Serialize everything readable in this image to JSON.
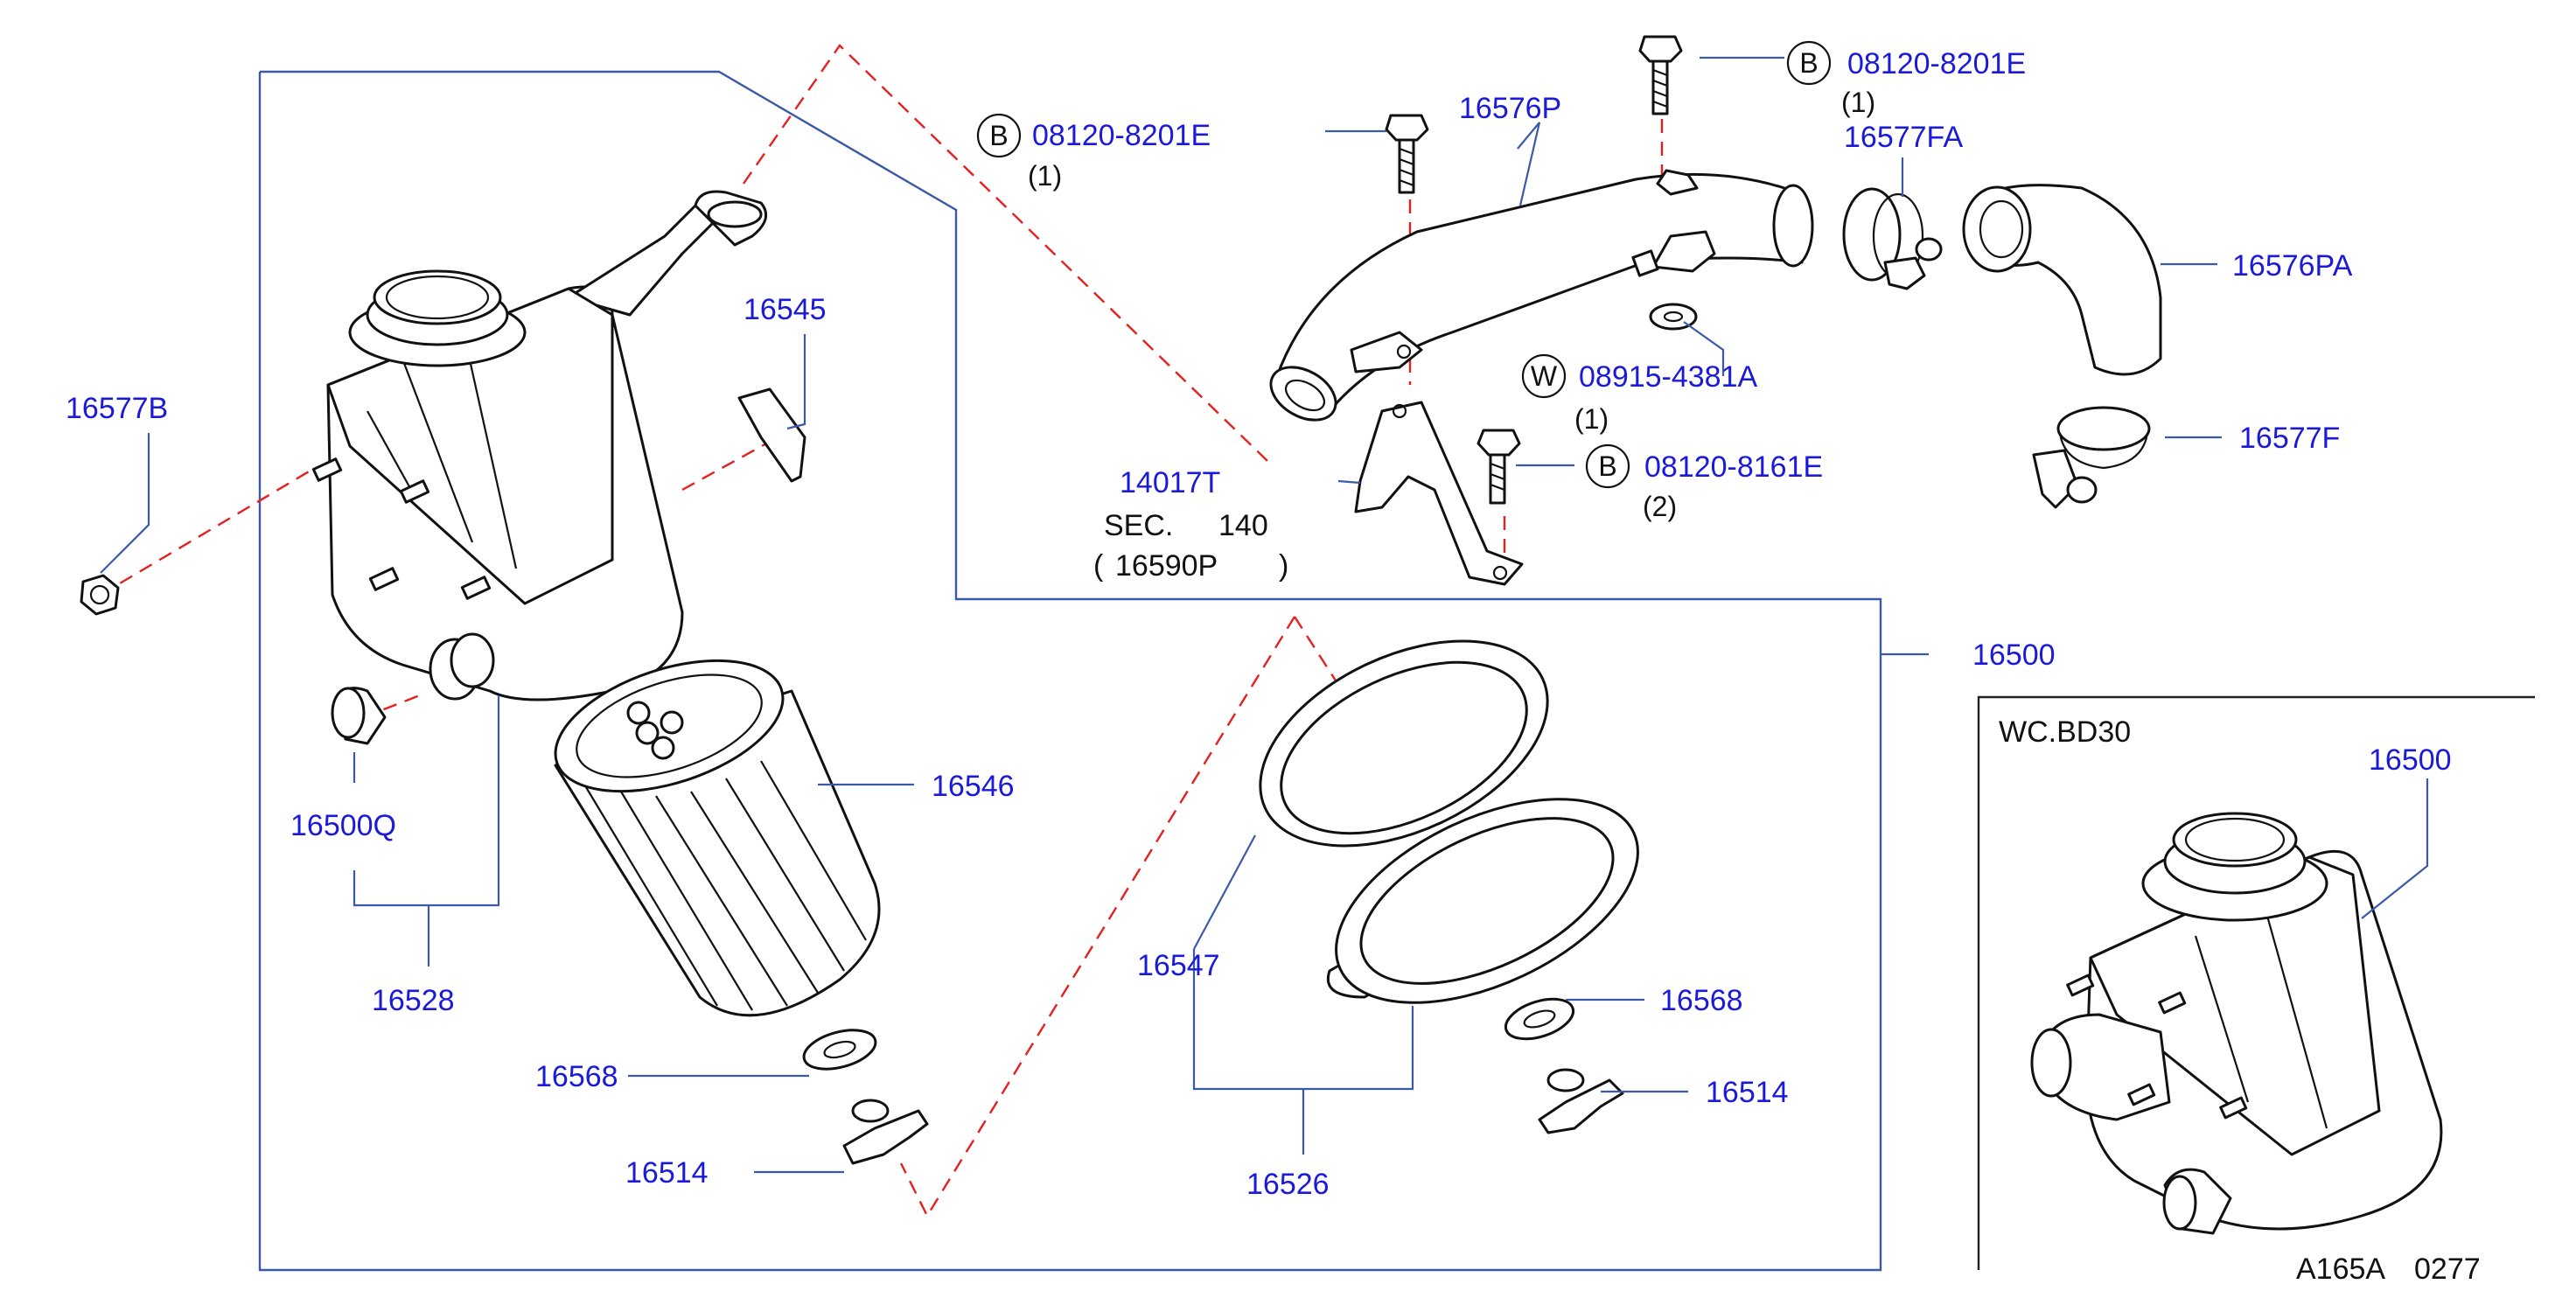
{
  "parts": {
    "p16577B": "16577B",
    "p16545": "16545",
    "p16500Q": "16500Q",
    "p16528": "16528",
    "p16546": "16546",
    "p16568_left": "16568",
    "p16514_left": "16514",
    "p16547": "16547",
    "p16526": "16526",
    "p16568_right": "16568",
    "p16514_right": "16514",
    "p16576P": "16576P",
    "p16577FA": "16577FA",
    "p16576PA": "16576PA",
    "p16577F": "16577F",
    "p14017T": "14017T",
    "p16500": "16500",
    "p16500_inset": "16500"
  },
  "fasteners": {
    "bolt1": {
      "symbol": "B",
      "number": "08120-8201E",
      "qty": "(1)"
    },
    "bolt2": {
      "symbol": "B",
      "number": "08120-8201E",
      "qty": "(1)"
    },
    "washer": {
      "symbol": "W",
      "number": "08915-4381A",
      "qty": "(1)"
    },
    "bolt3": {
      "symbol": "B",
      "number": "08120-8161E",
      "qty": "(2)"
    }
  },
  "section_ref": {
    "sec_label": "SEC.",
    "sec_number": "140",
    "paren_open": "(",
    "part": "16590P",
    "paren_close": ")"
  },
  "inset": {
    "title": "WC.BD30"
  },
  "figure_code": {
    "prefix": "A165A",
    "number": "0277"
  }
}
